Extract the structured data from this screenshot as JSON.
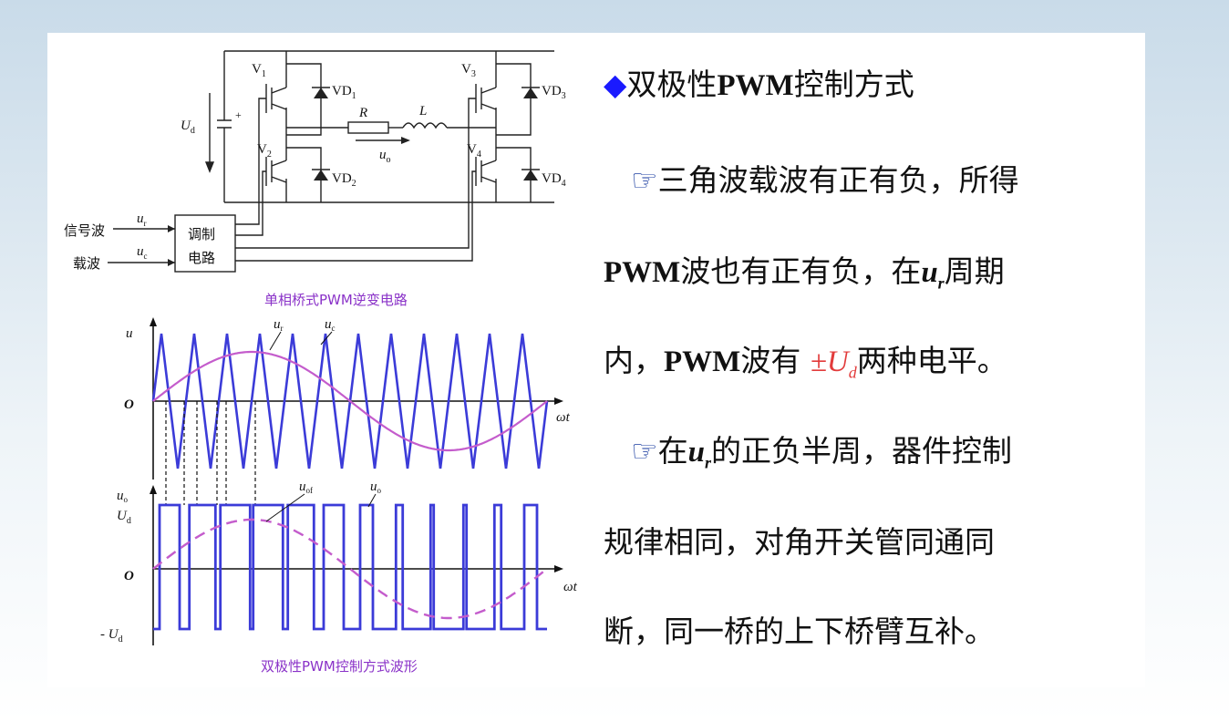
{
  "circuit": {
    "labels": {
      "v1": "V",
      "v1_sub": "1",
      "v2": "V",
      "v2_sub": "2",
      "v3": "V",
      "v3_sub": "3",
      "v4": "V",
      "v4_sub": "4",
      "vd1": "VD",
      "vd1_sub": "1",
      "vd2": "VD",
      "vd2_sub": "2",
      "vd3": "VD",
      "vd3_sub": "3",
      "vd4": "VD",
      "vd4_sub": "4",
      "ud": "U",
      "ud_sub": "d",
      "plus": "+",
      "r": "R",
      "l": "L",
      "uo": "u",
      "uo_sub": "o",
      "signal_wave": "信号波",
      "carrier": "载波",
      "ur": "u",
      "ur_sub": "r",
      "uc": "u",
      "uc_sub": "c",
      "modulator_line1": "调制",
      "modulator_line2": "电路"
    },
    "caption": "单相桥式PWM逆变电路"
  },
  "waveform_top": {
    "axis_u": "u",
    "origin": "O",
    "axis_wt": "ωt",
    "label_ur": "u",
    "label_ur_sub": "r",
    "label_uc": "u",
    "label_uc_sub": "c"
  },
  "waveform_bottom": {
    "axis_uo": "u",
    "axis_uo_sub": "o",
    "ud_pos": "U",
    "ud_pos_sub": "d",
    "origin": "O",
    "ud_neg": "- U",
    "ud_neg_sub": "d",
    "axis_wt": "ωt",
    "label_uof": "u",
    "label_uof_sub": "of",
    "label_uo": "u",
    "label_uo_sub": "o",
    "caption": "双极性PWM控制方式波形"
  },
  "text": {
    "heading_prefix": "双极性",
    "heading_bold": "PWM",
    "heading_suffix": "控制方式",
    "p1_line1": "三角波载波有正有负，所得",
    "p1_line2_bold": "PWM",
    "p1_line2_mid": "波也有正有负，在",
    "p1_line2_var": "u",
    "p1_line2_var_sub": "r",
    "p1_line2_end": "周期",
    "p1_line3_start": "内，",
    "p1_line3_bold": "PWM",
    "p1_line3_mid": "波有 ",
    "p1_line3_red": "±U",
    "p1_line3_red_sub": "d",
    "p1_line3_end": "两种电平。",
    "p2_line1_start": "在",
    "p2_line1_var": "u",
    "p2_line1_var_sub": "r",
    "p2_line1_end": "的正负半周，器件控制",
    "p2_line2": "规律相同，对角开关管同通同",
    "p2_line3": "断，同一桥的上下桥臂互补。"
  },
  "colors": {
    "carrier_wave": "#3b3bd8",
    "signal_wave": "#c45ccc",
    "caption": "#8a32c8",
    "highlight": "#e23b3b",
    "bullet": "#1a1aff"
  },
  "icons": {
    "bullet": "diamond-icon",
    "pointer": "pointing-hand-icon"
  }
}
